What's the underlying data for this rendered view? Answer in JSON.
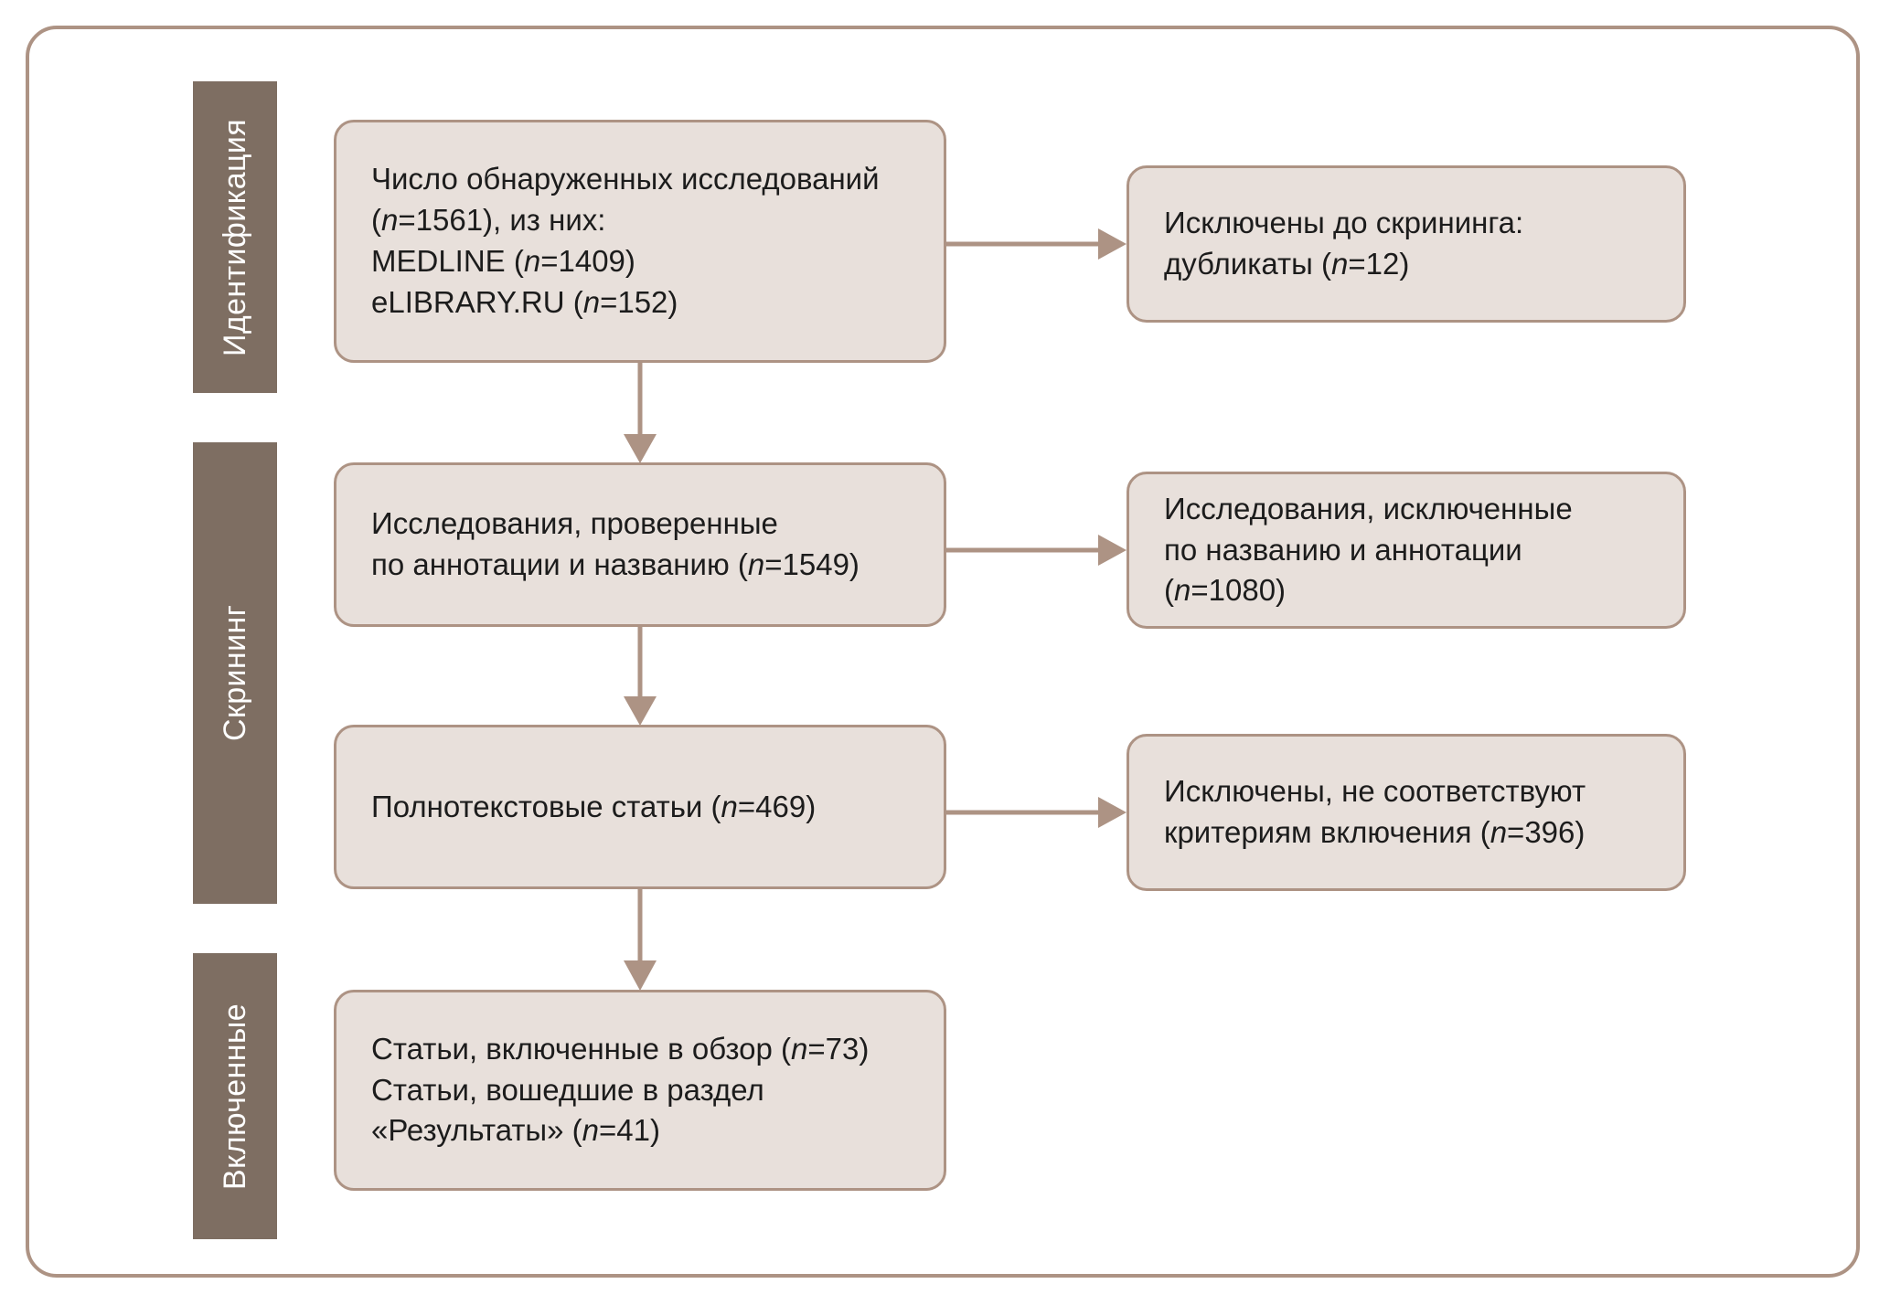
{
  "figure": {
    "type": "prisma-flow-diagram",
    "language": "ru",
    "frame_border_color": "#AD9384",
    "box_fill_color": "#E8E0DB",
    "box_border_color": "#AD9384",
    "stage_bar_color": "#7E6E62",
    "stage_bar_text_color": "#FFFFFF",
    "connector_color": "#AD9384"
  },
  "stages": [
    {
      "id": "identification",
      "label": "Идентификация"
    },
    {
      "id": "screening",
      "label": "Скрининг"
    },
    {
      "id": "included",
      "label": "Включенные"
    }
  ],
  "boxes": {
    "identified": {
      "lines": [
        "Число обнаруженных исследований",
        "(n=1561), из них:",
        "MEDLINE (n=1409)",
        "eLIBRARY.RU (n=152)"
      ],
      "text": "Число обнаруженных исследований\n(n=1561), из них:\nMEDLINE (n=1409)\neLIBRARY.RU (n=152)"
    },
    "excluded_duplicates": {
      "lines": [
        "Исключены до скрининга:",
        "дубликаты (n=12)"
      ],
      "text": "Исключены до скрининга:\nдубликаты (n=12)"
    },
    "screened": {
      "lines": [
        "Исследования, проверенные",
        "по аннотации и названию (n=1549)"
      ],
      "text": "Исследования, проверенные\nпо аннотации и названию (n=1549)"
    },
    "excluded_title_abstract": {
      "lines": [
        "Исследования, исключенные",
        "по названию и аннотации (n=1080)"
      ],
      "text": "Исследования, исключенные\nпо названию и аннотации (n=1080)"
    },
    "fulltext": {
      "lines": [
        "Полнотекстовые статьи (n=469)"
      ],
      "text": "Полнотекстовые статьи (n=469)"
    },
    "excluded_criteria": {
      "lines": [
        "Исключены, не соответствуют",
        "критериям включения (n=396)"
      ],
      "text": "Исключены, не соответствуют\nкритериям включения (n=396)"
    },
    "included": {
      "lines": [
        "Статьи, включенные в обзор (n=73)",
        "Статьи, вошедшие в раздел",
        "«Результаты» (n=41)"
      ],
      "text": "Статьи, включенные в обзор (n=73)\nСтатьи, вошедшие в раздел\n«Результаты» (n=41)"
    }
  },
  "counts": {
    "records_identified_total": 1561,
    "records_medline": 1409,
    "records_elibrary": 152,
    "duplicates_removed": 12,
    "records_screened": 1549,
    "records_excluded_title_abstract": 1080,
    "fulltext_assessed": 469,
    "fulltext_excluded_criteria": 396,
    "studies_included_review": 73,
    "studies_included_results": 41
  }
}
